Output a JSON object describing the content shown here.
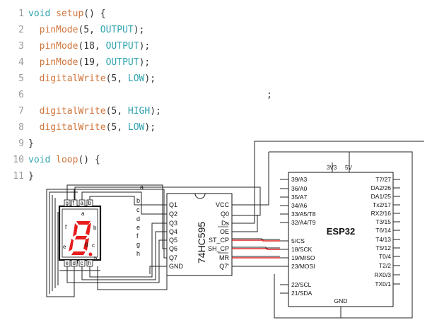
{
  "code": {
    "line_numbers": [
      "1",
      "2",
      "3",
      "4",
      "5",
      "6",
      "7",
      "8",
      "9",
      "10",
      "11"
    ],
    "lines": [
      {
        "parts": [
          {
            "c": "kw",
            "t": "void "
          },
          {
            "c": "fn",
            "t": "setup"
          },
          {
            "c": "pl",
            "t": "() {"
          }
        ]
      },
      {
        "parts": [
          {
            "c": "pl",
            "t": "  "
          },
          {
            "c": "fn",
            "t": "pinMode"
          },
          {
            "c": "pl",
            "t": "(5, "
          },
          {
            "c": "cst",
            "t": "OUTPUT"
          },
          {
            "c": "pl",
            "t": ");"
          }
        ]
      },
      {
        "parts": [
          {
            "c": "pl",
            "t": "  "
          },
          {
            "c": "fn",
            "t": "pinMode"
          },
          {
            "c": "pl",
            "t": "(18, "
          },
          {
            "c": "cst",
            "t": "OUTPUT"
          },
          {
            "c": "pl",
            "t": ");"
          }
        ]
      },
      {
        "parts": [
          {
            "c": "pl",
            "t": "  "
          },
          {
            "c": "fn",
            "t": "pinMode"
          },
          {
            "c": "pl",
            "t": "(19, "
          },
          {
            "c": "cst",
            "t": "OUTPUT"
          },
          {
            "c": "pl",
            "t": ");"
          }
        ]
      },
      {
        "parts": [
          {
            "c": "pl",
            "t": "  "
          },
          {
            "c": "fn",
            "t": "digitalWrite"
          },
          {
            "c": "pl",
            "t": "(5, "
          },
          {
            "c": "cst",
            "t": "LOW"
          },
          {
            "c": "pl",
            "t": ");"
          }
        ]
      },
      {
        "parts": [],
        "trailing": ";"
      },
      {
        "parts": [
          {
            "c": "pl",
            "t": "  "
          },
          {
            "c": "fn",
            "t": "digitalWrite"
          },
          {
            "c": "pl",
            "t": "(5, "
          },
          {
            "c": "cst",
            "t": "HIGH"
          },
          {
            "c": "pl",
            "t": ");"
          }
        ]
      },
      {
        "parts": [
          {
            "c": "pl",
            "t": "  "
          },
          {
            "c": "fn",
            "t": "digitalWrite"
          },
          {
            "c": "pl",
            "t": "(5, "
          },
          {
            "c": "cst",
            "t": "LOW"
          },
          {
            "c": "pl",
            "t": ");"
          }
        ]
      },
      {
        "parts": [
          {
            "c": "pl",
            "t": "}"
          }
        ]
      },
      {
        "parts": [
          {
            "c": "kw",
            "t": "void "
          },
          {
            "c": "fn",
            "t": "loop"
          },
          {
            "c": "pl",
            "t": "() {"
          }
        ]
      },
      {
        "parts": [
          {
            "c": "pl",
            "t": "}"
          }
        ]
      }
    ]
  },
  "schematic": {
    "display": {
      "top_pins": [
        "g",
        "f",
        "a",
        "b"
      ],
      "bottom_pins": [
        "e",
        "d",
        "c",
        "h"
      ],
      "segments": [
        "a",
        "b",
        "c",
        "d",
        "e",
        "f",
        "g",
        "h"
      ]
    },
    "wire_labels": [
      "a",
      "b",
      "c",
      "d",
      "e",
      "f",
      "g",
      "h"
    ],
    "shift_register": {
      "name": "74HC595",
      "left_pins": [
        "Q1",
        "Q2",
        "Q3",
        "Q4",
        "Q5",
        "Q6",
        "Q7",
        "GND"
      ],
      "right_pins": [
        "VCC",
        "Q0",
        "Ds",
        "OE",
        "ST_CP",
        "SH_CP",
        "MR",
        "Q7'"
      ]
    },
    "esp32": {
      "name": "ESP32",
      "top_pins": [
        "3V3",
        "5V"
      ],
      "left_pins": [
        "39/A3",
        "36/A0",
        "35/A7",
        "34/A6",
        "33/A5/T8",
        "32/A4/T9",
        "5/CS",
        "18/SCK",
        "19/MISO",
        "23/MOSI",
        "22/SCL",
        "21/SDA"
      ],
      "right_pins": [
        "T7/27",
        "DA2/26",
        "DA1/25",
        "Tx2/17",
        "RX2/16",
        "T3/15",
        "T6/14",
        "T4/13",
        "T5/12",
        "T0/4",
        "T2/2",
        "RX0/3",
        "TX0/1"
      ],
      "bottom_pin": "GND"
    },
    "colors": {
      "segment_on": "#e81c1c",
      "wire": "#222222",
      "highlight_wire": "#e32626"
    }
  }
}
